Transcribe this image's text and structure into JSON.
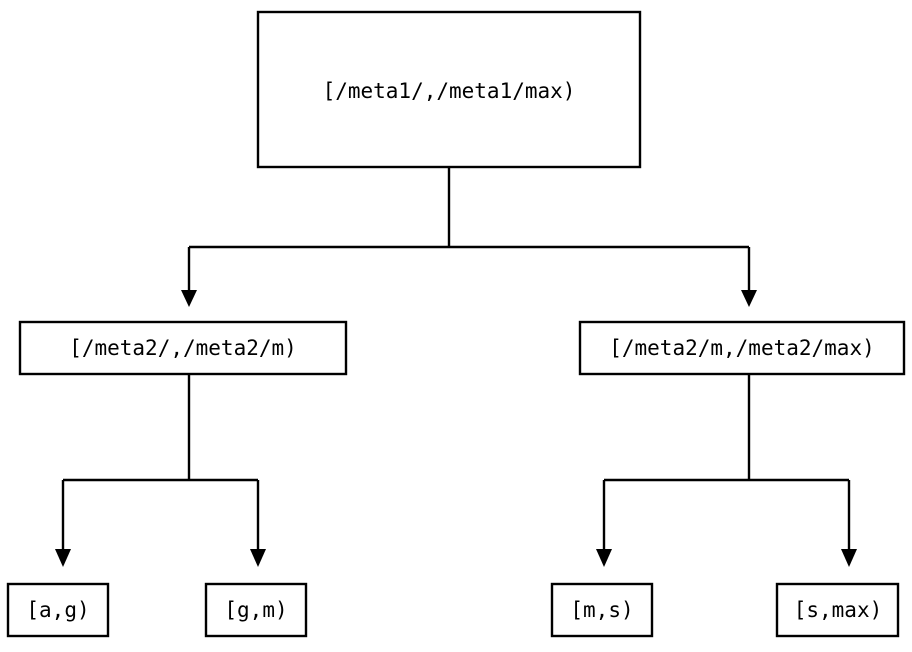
{
  "diagram": {
    "type": "tree",
    "title": "",
    "background_color": "#ffffff",
    "line_color": "#000000",
    "text_color": "#000000",
    "nodes": {
      "root": {
        "label": "[/meta1/,/meta1/max)",
        "level": 0
      },
      "mid_left": {
        "label": "[/meta2/,/meta2/m)",
        "level": 1
      },
      "mid_right": {
        "label": "[/meta2/m,/meta2/max)",
        "level": 1
      },
      "leaf_1": {
        "label": "[a,g)",
        "level": 2
      },
      "leaf_2": {
        "label": "[g,m)",
        "level": 2
      },
      "leaf_3": {
        "label": "[m,s)",
        "level": 2
      },
      "leaf_4": {
        "label": "[s,max)",
        "level": 2
      }
    },
    "edges": [
      {
        "from": "root",
        "to": "mid_left"
      },
      {
        "from": "root",
        "to": "mid_right"
      },
      {
        "from": "mid_left",
        "to": "leaf_1"
      },
      {
        "from": "mid_left",
        "to": "leaf_2"
      },
      {
        "from": "mid_right",
        "to": "leaf_3"
      },
      {
        "from": "mid_right",
        "to": "leaf_4"
      }
    ]
  }
}
